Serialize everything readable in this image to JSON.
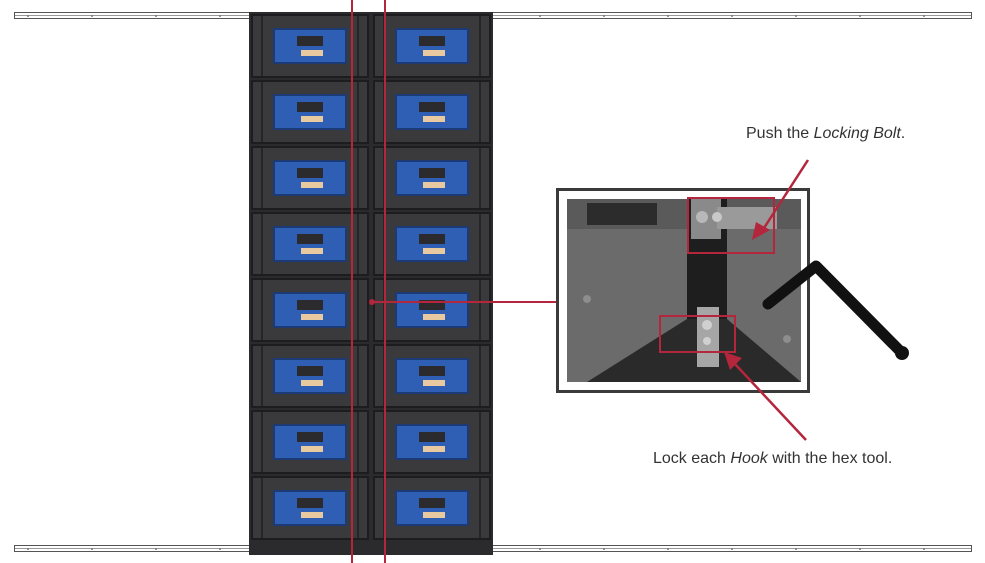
{
  "callouts": {
    "locking_bolt": {
      "before": "Push the ",
      "em": "Locking Bolt",
      "after": "."
    },
    "hook": {
      "before": "Lock each ",
      "em": "Hook",
      "after": " with the hex tool."
    }
  },
  "colors": {
    "accent_red": "#b3263b",
    "cabinet_blue": "#2f5fb4",
    "wall_dark": "#2b2b2d",
    "tool_black": "#111111"
  },
  "icons": [
    "hex-key-tool-icon"
  ]
}
